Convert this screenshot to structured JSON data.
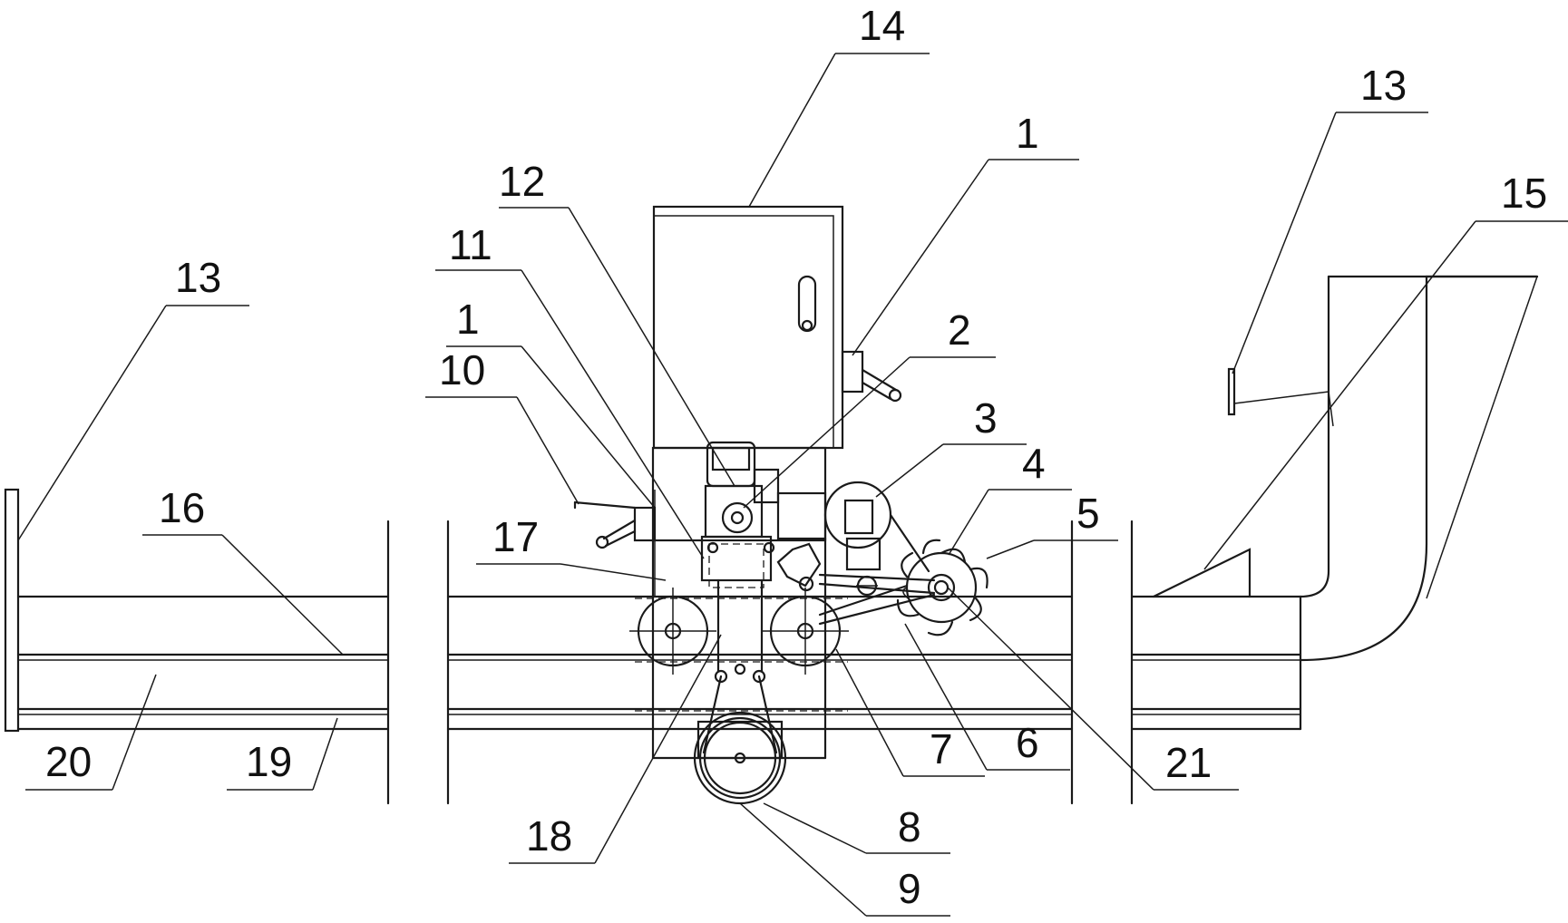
{
  "figure": {
    "labels": {
      "l1a": "1",
      "l1b": "1",
      "l2": "2",
      "l3": "3",
      "l4": "4",
      "l5": "5",
      "l6": "6",
      "l7": "7",
      "l8": "8",
      "l9": "9",
      "l10": "10",
      "l11": "11",
      "l12": "12",
      "l13a": "13",
      "l13b": "13",
      "l14": "14",
      "l15": "15",
      "l16": "16",
      "l17": "17",
      "l18": "18",
      "l19": "19",
      "l20": "20",
      "l21": "21"
    }
  }
}
